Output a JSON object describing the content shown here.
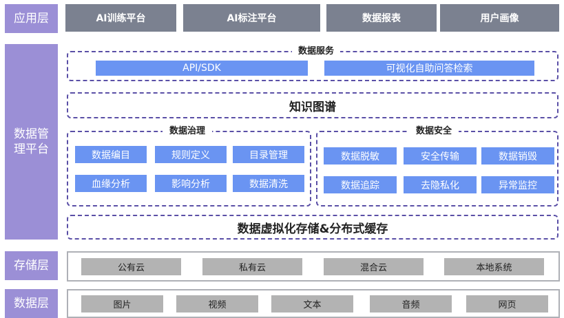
{
  "layers": {
    "app": "应用层",
    "data_mgmt": "数据管理平台",
    "storage": "存储层",
    "data": "数据层"
  },
  "app_items": [
    "AI训练平台",
    "AI标注平台",
    "数据报表",
    "用户画像"
  ],
  "data_service": {
    "title": "数据服务",
    "items": [
      "API/SDK",
      "可视化自助问答检索"
    ]
  },
  "knowledge_graph": "知识图谱",
  "governance": {
    "title": "数据治理",
    "items": [
      "数据编目",
      "规则定义",
      "目录管理",
      "血缘分析",
      "影响分析",
      "数据清洗"
    ]
  },
  "security": {
    "title": "数据安全",
    "items": [
      "数据脱敏",
      "安全传输",
      "数据销毁",
      "数据追踪",
      "去隐私化",
      "异常监控"
    ]
  },
  "virtual_storage": "数据虚拟化存储&分布式缓存",
  "storage_items": [
    "公有云",
    "私有云",
    "混合云",
    "本地系统"
  ],
  "data_items": [
    "图片",
    "视频",
    "文本",
    "音频",
    "网页"
  ]
}
